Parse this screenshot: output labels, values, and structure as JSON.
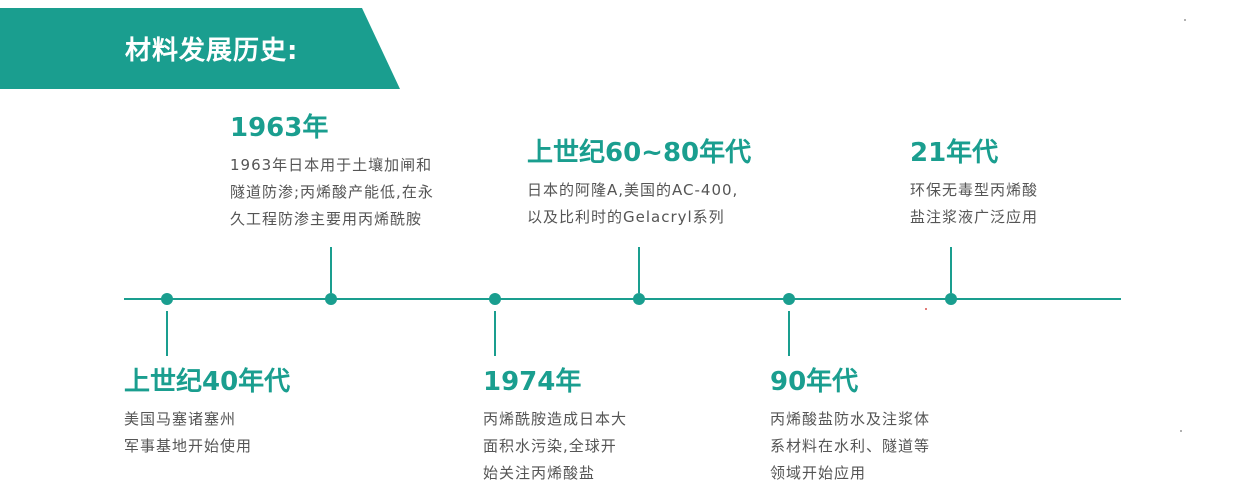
{
  "banner": {
    "title": "材料发展历史:"
  },
  "colors": {
    "accent": "#1a9e8f",
    "text": "#555555"
  },
  "timeline": [
    {
      "heading": "上世纪40年代",
      "lines": [
        "美国马塞诸塞州",
        "军事基地开始使用"
      ]
    },
    {
      "heading": "1963年",
      "lines": [
        "1963年日本用于土壤加闸和",
        "隧道防渗;丙烯酸产能低,在永",
        "久工程防渗主要用丙烯酰胺"
      ]
    },
    {
      "heading": "1974年",
      "lines": [
        "丙烯酰胺造成日本大",
        "面积水污染,全球开",
        "始关注丙烯酸盐"
      ]
    },
    {
      "heading": "上世纪60~80年代",
      "lines": [
        "日本的阿隆A,美国的AC-400,",
        "以及比利时的Gelacryl系列"
      ]
    },
    {
      "heading": "90年代",
      "lines": [
        "丙烯酸盐防水及注浆体",
        "系材料在水利、隧道等",
        "领域开始应用"
      ]
    },
    {
      "heading": "21年代",
      "lines": [
        "环保无毒型丙烯酸",
        "盐注浆液广泛应用"
      ]
    }
  ]
}
